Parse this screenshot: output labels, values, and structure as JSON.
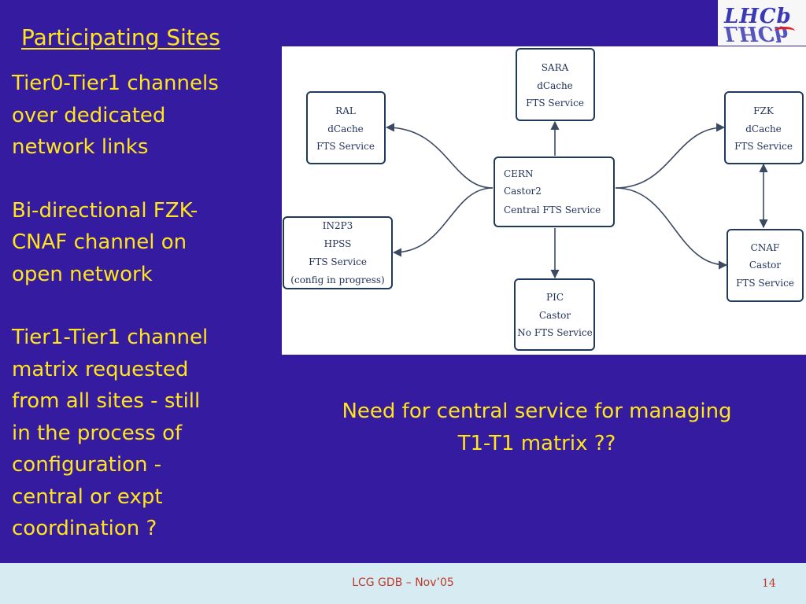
{
  "slide": {
    "title": "Participating Sites",
    "bullets": [
      "Tier0-Tier1 channels\nover dedicated\nnetwork links",
      "Bi-directional FZK-\nCNAF channel on\nopen network",
      "Tier1-Tier1 channel\nmatrix requested\nfrom all sites - still\nin the process of\nconfiguration -\ncentral or expt\ncoordination ?"
    ],
    "question": "Need for central service for managing\nT1-T1 matrix ??"
  },
  "logo": {
    "text": "LHCb"
  },
  "diagram": {
    "nodes": {
      "sara": [
        "SARA",
        "dCache",
        "FTS Service"
      ],
      "ral": [
        "RAL",
        "dCache",
        "FTS Service"
      ],
      "fzk": [
        "FZK",
        "dCache",
        "FTS Service"
      ],
      "cern": [
        "CERN",
        "Castor2",
        "Central FTS Service"
      ],
      "in2p3": [
        "IN2P3",
        "HPSS",
        "FTS Service",
        "(config in progress)"
      ],
      "cnaf": [
        "CNAF",
        "Castor",
        "FTS Service"
      ],
      "pic": [
        "PIC",
        "Castor",
        "No FTS Service"
      ]
    }
  },
  "footer": {
    "text": "LCG GDB – Nov’05",
    "page": "14"
  }
}
